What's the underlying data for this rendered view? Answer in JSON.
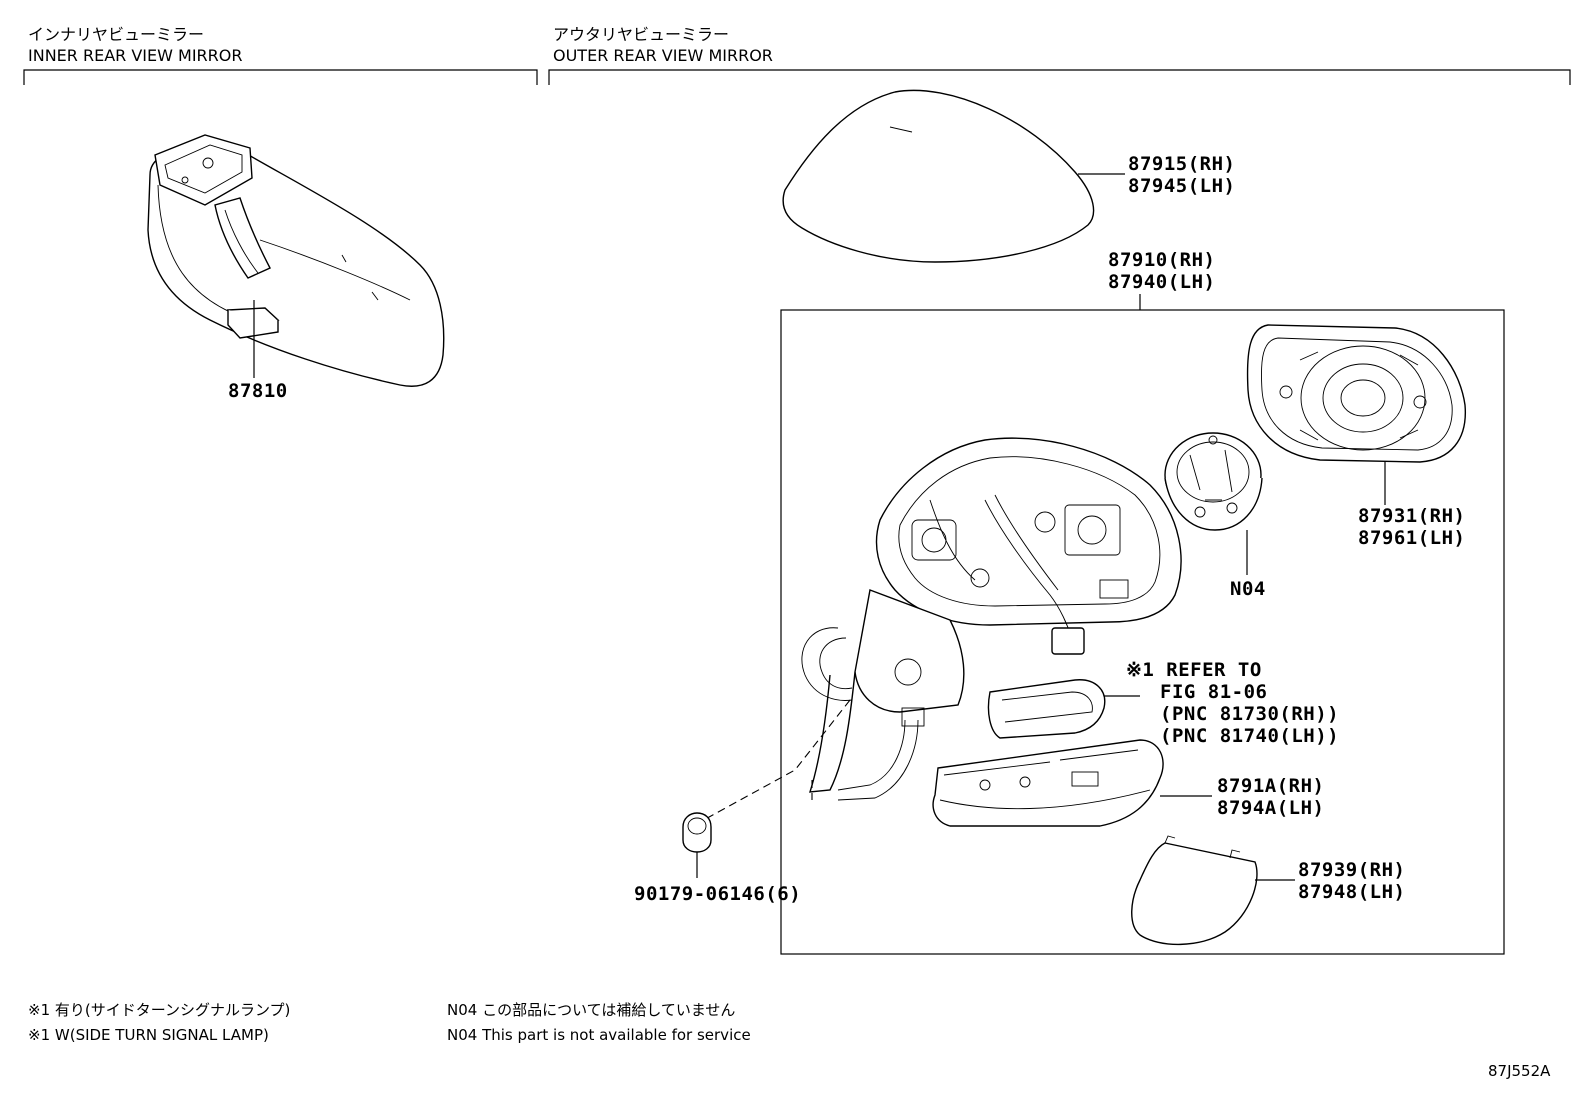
{
  "sections": {
    "inner": {
      "title_jp": "インナリヤビューミラー",
      "title_en": "INNER REAR VIEW MIRROR"
    },
    "outer": {
      "title_jp": "アウタリヤビューミラー",
      "title_en": "OUTER REAR VIEW MIRROR"
    }
  },
  "parts": {
    "p87810": "87810",
    "p87915": "87915(RH)",
    "p87945": "87945(LH)",
    "p87910": "87910(RH)",
    "p87940": "87940(LH)",
    "p87931": "87931(RH)",
    "p87961": "87961(LH)",
    "pN04": "N04",
    "refer1": "※1 REFER TO",
    "refer2": "FIG 81-06",
    "refer3": "(PNC 81730(RH))",
    "refer4": "(PNC 81740(LH))",
    "p8791A": "8791A(RH)",
    "p8794A": "8794A(LH)",
    "p87939": "87939(RH)",
    "p87948": "87948(LH)",
    "p90179": "90179-06146(6)"
  },
  "footnotes": {
    "n1_jp": "※1 有り(サイドターンシグナルランプ)",
    "n1_en": "※1 W(SIDE TURN SIGNAL LAMP)",
    "n2_jp": "N04 この部品については補給していません",
    "n2_en": "N04 This part is not available for service"
  },
  "figure_id": "87J552A"
}
